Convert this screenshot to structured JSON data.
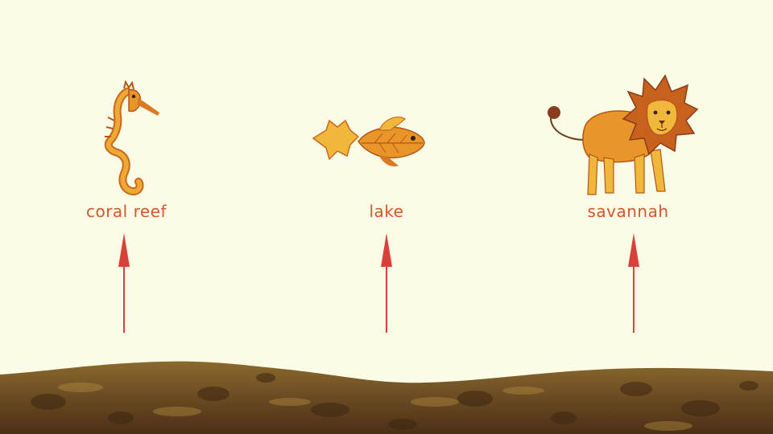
{
  "habitats": [
    {
      "label": "coral reef",
      "animal_icon": "seahorse-icon"
    },
    {
      "label": "lake",
      "animal_icon": "fish-icon"
    },
    {
      "label": "savannah",
      "animal_icon": "lion-icon"
    }
  ],
  "colors": {
    "background": "#fbfbe6",
    "label_text": "#d4582e",
    "arrow": "#d8403a",
    "leaf_orange": "#e8962a",
    "leaf_yellow": "#f0b83a",
    "leaf_dark": "#8a3d1a",
    "ground": "#6b4a23"
  }
}
